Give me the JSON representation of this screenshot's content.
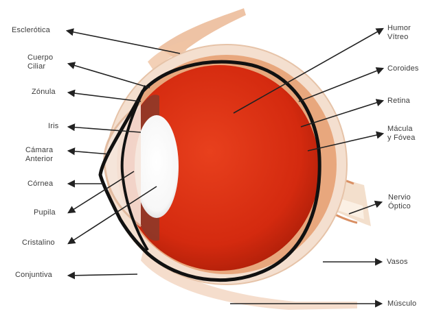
{
  "labels_left": [
    "Esclerótica",
    "Cuerpo\nCiliar",
    "Zónula",
    "Iris",
    "Cámara\nAnterior",
    "Córnea",
    "Pupila",
    "Cristalino",
    "Conjuntiva"
  ],
  "labels_right": [
    "Humor\nVítreo",
    "Coroides",
    "Retina",
    "Mácula\ny Fóvea",
    "Nervio\nÓptico",
    "Vasos",
    "Músculo"
  ],
  "colors": {
    "globe": "#d42a0f",
    "globe_dark": "#a81d08",
    "outline": "#111111",
    "sclera": "#f1d8c4",
    "tissue": "#e8a77d",
    "lens": "#ffffff",
    "label_text": "#3a3a3a",
    "arrow": "#222222"
  }
}
